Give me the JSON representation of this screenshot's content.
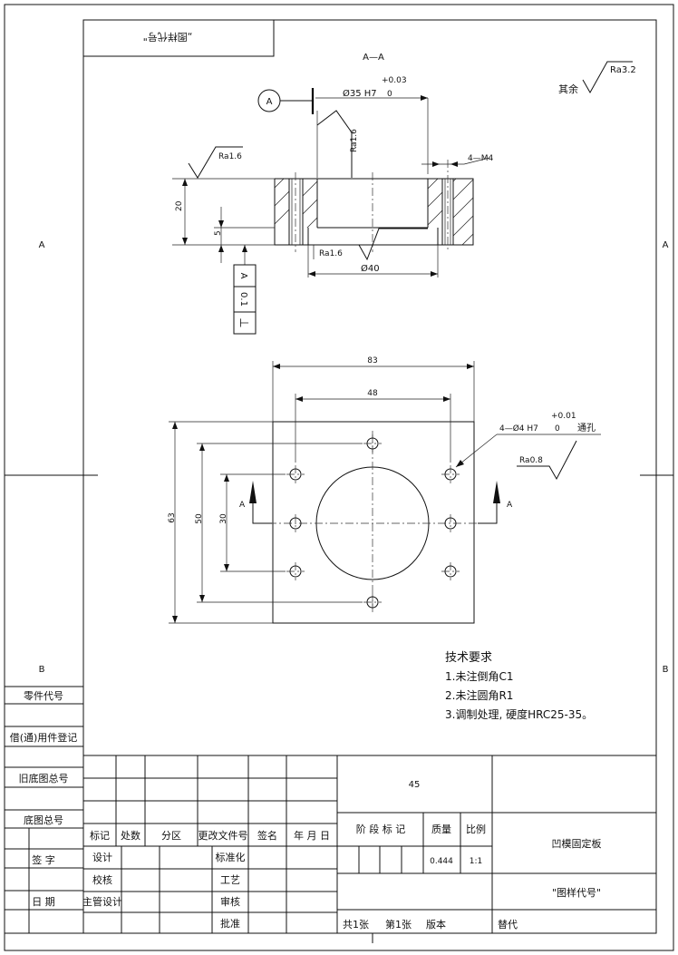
{
  "frame": {
    "top_box_text": "„图样代号\"",
    "zone_left_a": "A",
    "zone_right_a": "A",
    "zone_left_b": "B",
    "zone_right_b": "B"
  },
  "section_view": {
    "title": "A—A",
    "datum_letter": "A",
    "bore_dim": "Ø35 H7",
    "bore_tol_upper": "+0.03",
    "bore_tol_lower": "0",
    "roughness_face": "Ra1.6",
    "roughness_left": "Ra1.6",
    "roughness_bottom": "Ra1.6",
    "thread_note": "4—M4",
    "height_dim": "20",
    "step_dim": "5",
    "step_diameter": "Ø40",
    "tolerance_frame": {
      "symbol": "⊥",
      "value": "0.1",
      "datum": "A"
    },
    "roughness_general_prefix": "其余",
    "roughness_general": "Ra3.2"
  },
  "plan_view": {
    "width_dim": "83",
    "hole_spacing_x": "48",
    "height_dim": "63",
    "hole_spacing_y1": "50",
    "hole_spacing_y2": "30",
    "hole_note_prefix": "4—Ø4 H7",
    "hole_tol_upper": "+0.01",
    "hole_tol_lower": "0",
    "hole_note_suffix": "通孔",
    "hole_roughness": "Ra0.8",
    "section_arrow_left": "A",
    "section_arrow_right": "A"
  },
  "tech_requirements": {
    "heading": "技术要求",
    "items": [
      "1.未注倒角C1",
      "2.未注圆角R1",
      "3.调制处理, 硬度HRC25-35。"
    ]
  },
  "left_column": {
    "labels": [
      "零件代号",
      "借(通)用件登记",
      "旧底图总号",
      "底图总号",
      "签 字",
      "日 期"
    ]
  },
  "title_block": {
    "material": "45",
    "headers": [
      "标记",
      "处数",
      "分区",
      "更改文件号",
      "签名",
      "年 月 日"
    ],
    "roles_left": [
      "设计",
      "校核",
      "主管设计"
    ],
    "roles_right": [
      "标准化",
      "工艺",
      "审核",
      "批准"
    ],
    "stage_label": "阶 段 标 记",
    "weight_label": "质量",
    "scale_label": "比例",
    "weight_value": "0.444",
    "scale_value": "1:1",
    "part_name": "凹模固定板",
    "drawing_number": "\"图样代号\"",
    "sheets_total": "共1张",
    "sheet_no": "第1张",
    "version": "版本",
    "replaces": "替代"
  }
}
